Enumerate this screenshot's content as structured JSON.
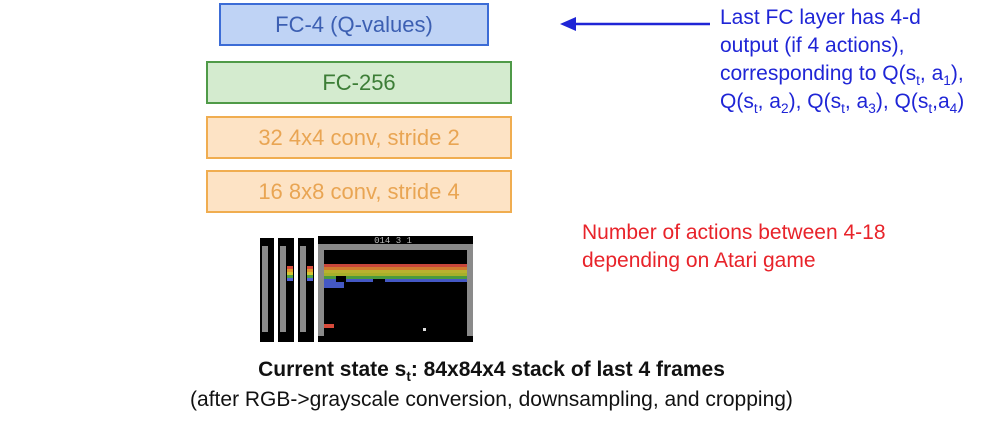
{
  "layers": {
    "fc4": "FC-4 (Q-values)",
    "fc256": "FC-256",
    "conv2": "32 4x4 conv, stride 2",
    "conv1": "16 8x8 conv, stride 4"
  },
  "blue_note": {
    "p1": "Last FC layer has 4-d output (if 4 actions), corresponding to Q(s",
    "s1": "t",
    "p2": ", a",
    "s2": "1",
    "p3": "), Q(s",
    "s3": "t",
    "p4": ", a",
    "s4": "2",
    "p5": "), Q(s",
    "s5": "t",
    "p6": ", a",
    "s6": "3",
    "p7": "), Q(s",
    "s7": "t",
    "p8": ",a",
    "s8": "4",
    "p9": ")"
  },
  "red_note": "Number of actions between 4-18 depending on Atari game",
  "game_frame": {
    "score_text": "014 3 1"
  },
  "caption": {
    "main_pre": "Current state s",
    "main_sub": "t",
    "main_post": ": 84x84x4 stack of last 4 frames",
    "sub": "(after RGB->grayscale conversion, downsampling, and cropping)"
  },
  "colors": {
    "fc4_fill": "#bfd3f5",
    "fc4_border": "#3c6cd6",
    "fc256_fill": "#d4ebcf",
    "fc256_border": "#4f9a48",
    "conv_fill": "#fde3c5",
    "conv_border": "#f0ad50",
    "arrow": "#1f25d6",
    "blue_text": "#1f25d6",
    "red_text": "#e8232a"
  }
}
